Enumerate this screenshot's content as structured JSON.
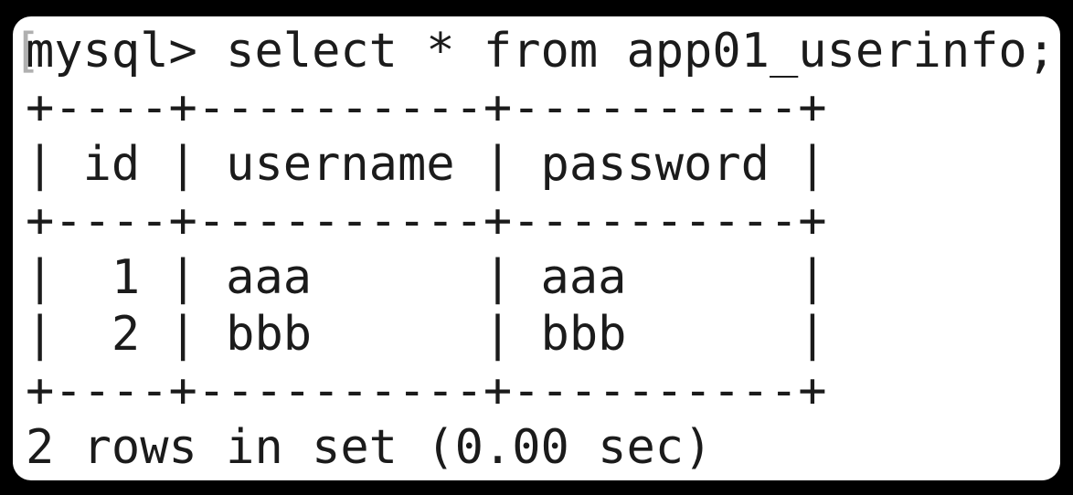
{
  "window": {
    "type": "macos-terminal-screenshot",
    "colors": {
      "frame": "#000000",
      "screen_background": "#ffffff",
      "text": "#1b1b1b",
      "prompt_mark": "#b0b0b0"
    }
  },
  "terminal": {
    "prompt_mark": "[",
    "command_line": "mysql> select * from app01_userinfo;",
    "prompt": "mysql>",
    "command": "select * from app01_userinfo;",
    "query_result": {
      "columns": [
        "id",
        "username",
        "password"
      ],
      "rows": [
        {
          "id": "1",
          "username": "aaa",
          "password": "aaa"
        },
        {
          "id": "2",
          "username": "bbb",
          "password": "bbb"
        }
      ],
      "row_count": "2"
    },
    "ascii_lines": [
      "+----+----------+----------+",
      "| id | username | password |",
      "+----+----------+----------+",
      "|  1 | aaa      | aaa      |",
      "|  2 | bbb      | bbb      |",
      "+----+----------+----------+"
    ],
    "status_line": "2 rows in set (0.00 sec)"
  }
}
